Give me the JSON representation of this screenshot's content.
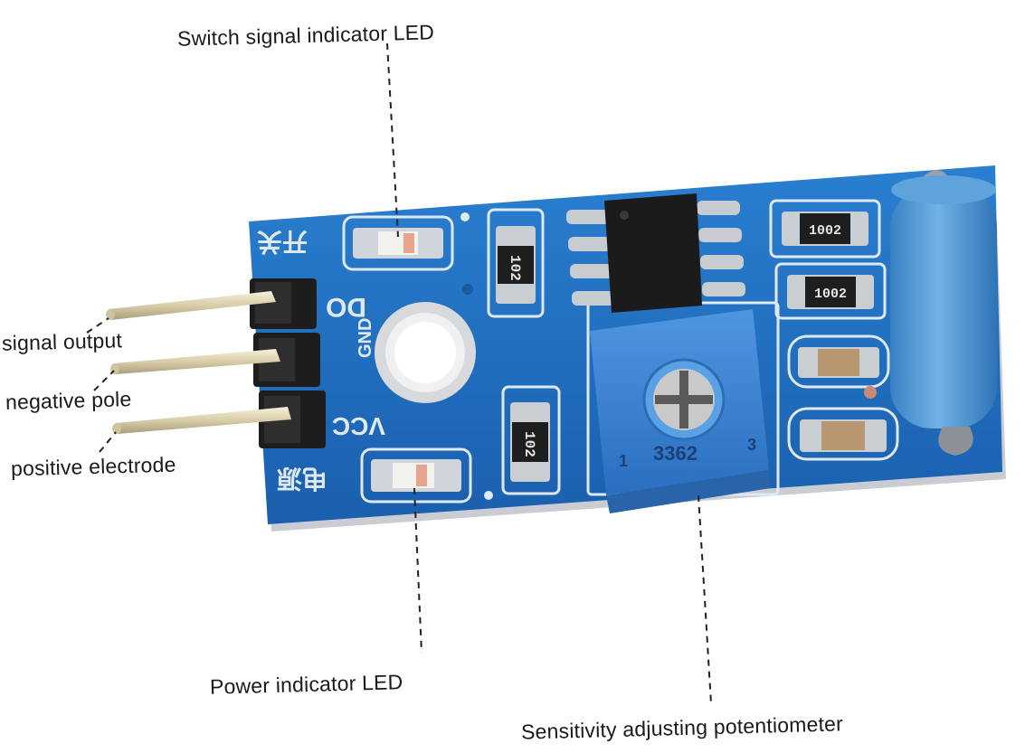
{
  "callouts": {
    "switch_led": "Switch signal indicator LED",
    "signal_output": "signal output",
    "negative_pole": "negative pole",
    "positive_electrode": "positive electrode",
    "power_led": "Power indicator LED",
    "potentiometer": "Sensitivity adjusting potentiometer"
  },
  "board_markings": {
    "pin_do": "DO",
    "pin_gnd": "GND",
    "pin_vcc": "VCC",
    "pot_model": "3362",
    "pot_pin1": "1",
    "pot_pin3": "3",
    "resistor_a": "102",
    "resistor_b": "102",
    "resistor_c": "1002",
    "resistor_d": "1002",
    "cn_switch": "开关",
    "cn_power": "电源"
  },
  "colors": {
    "pcb": "#1f6fc2",
    "silkscreen": "#dfe8f5",
    "pot_body": "#3a86d8",
    "tube": "#4f9ad6"
  }
}
